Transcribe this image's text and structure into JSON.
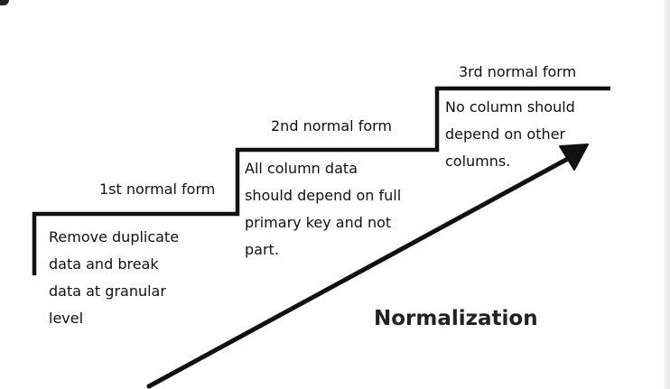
{
  "diagram": {
    "title": "Normalization",
    "steps": [
      {
        "title": "1st normal form",
        "lines": [
          "Remove duplicate",
          "data and break",
          "data at granular",
          "level"
        ]
      },
      {
        "title": "2nd normal form",
        "lines": [
          "All column data",
          "should depend on full",
          "primary key and not",
          "part."
        ]
      },
      {
        "title": "3rd normal form",
        "lines": [
          "No column should",
          "depend on other",
          "columns."
        ]
      }
    ],
    "colors": {
      "stroke": "#111111",
      "background": "#ffffff"
    }
  }
}
